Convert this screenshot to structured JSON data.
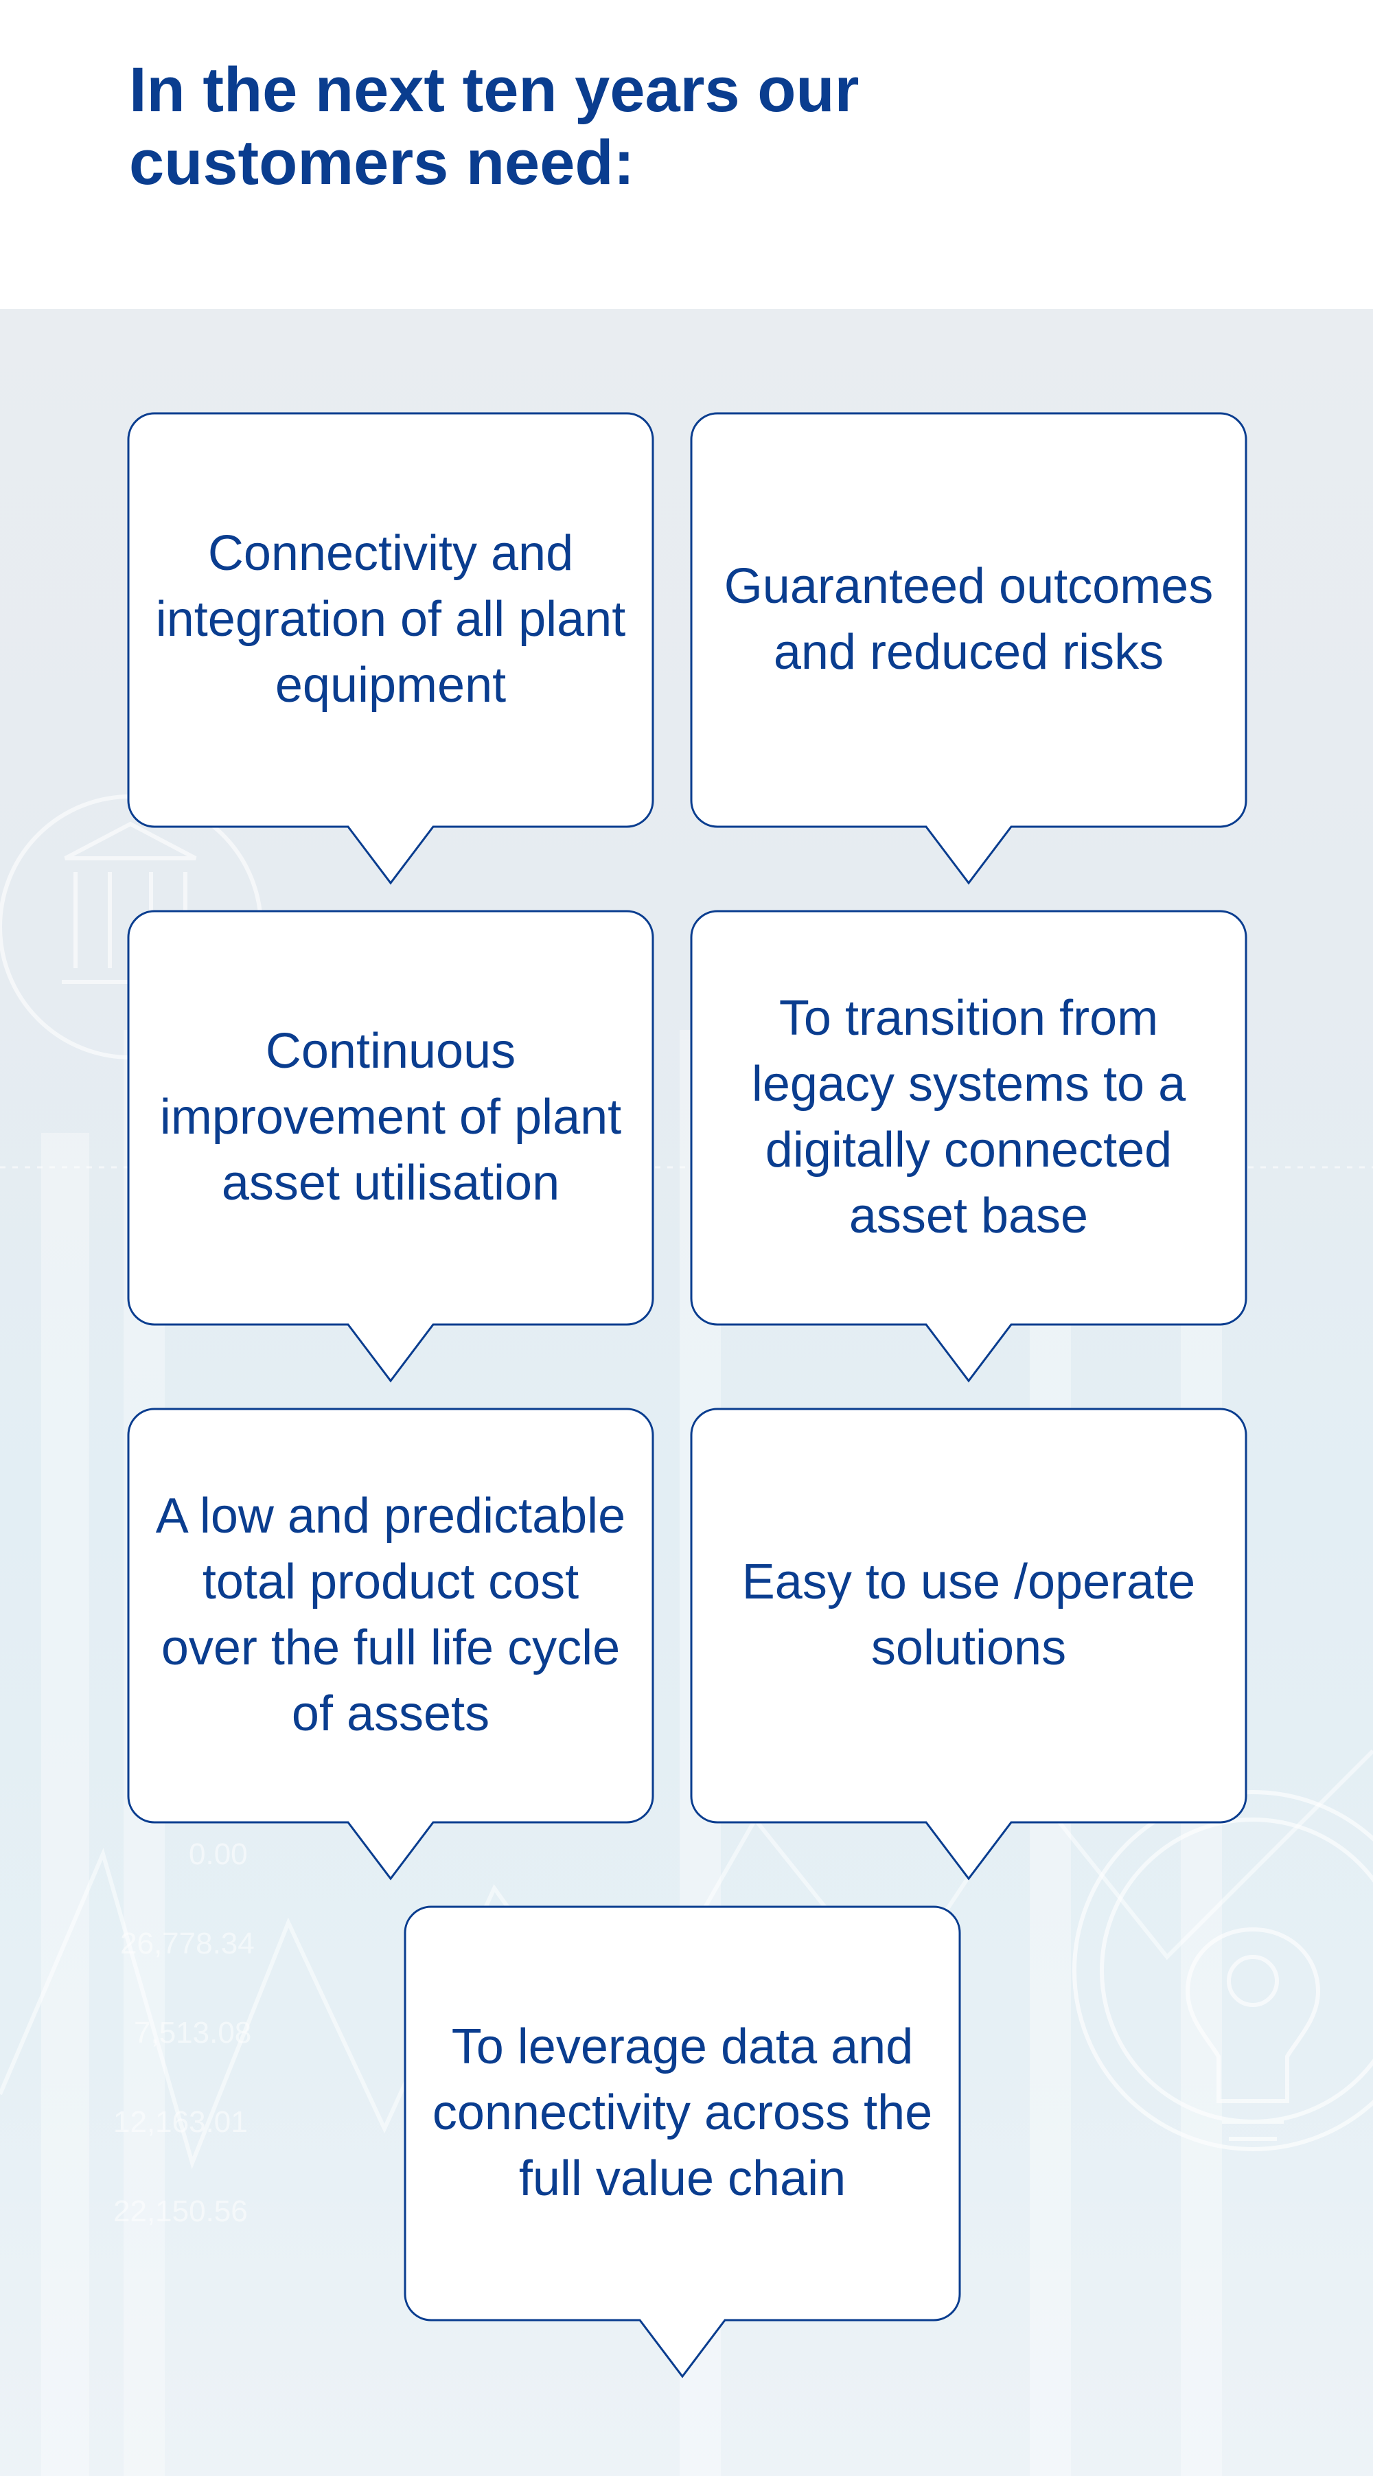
{
  "title": "In the next ten years our customers need:",
  "colors": {
    "brand": "#0a3d8f",
    "bubble_fill": "#ffffff",
    "background": "#e6edf2"
  },
  "needs": [
    "Connectivity and integration of all plant equipment",
    "Guaranteed outcomes and reduced risks",
    "Continuous improvement of plant asset utilisation",
    "To transition from legacy systems to a digitally connected asset base",
    "A low and predictable total product cost over the full life cycle of assets",
    "Easy to use /operate solutions",
    "To leverage data and connectivity across the full value chain"
  ],
  "background_figures": [
    "0.00",
    "26,778.34",
    "7,513.08",
    "12,163.01",
    "22,150.56"
  ],
  "icons": {
    "left": "bank-icon",
    "right": "lightbulb-icon"
  }
}
